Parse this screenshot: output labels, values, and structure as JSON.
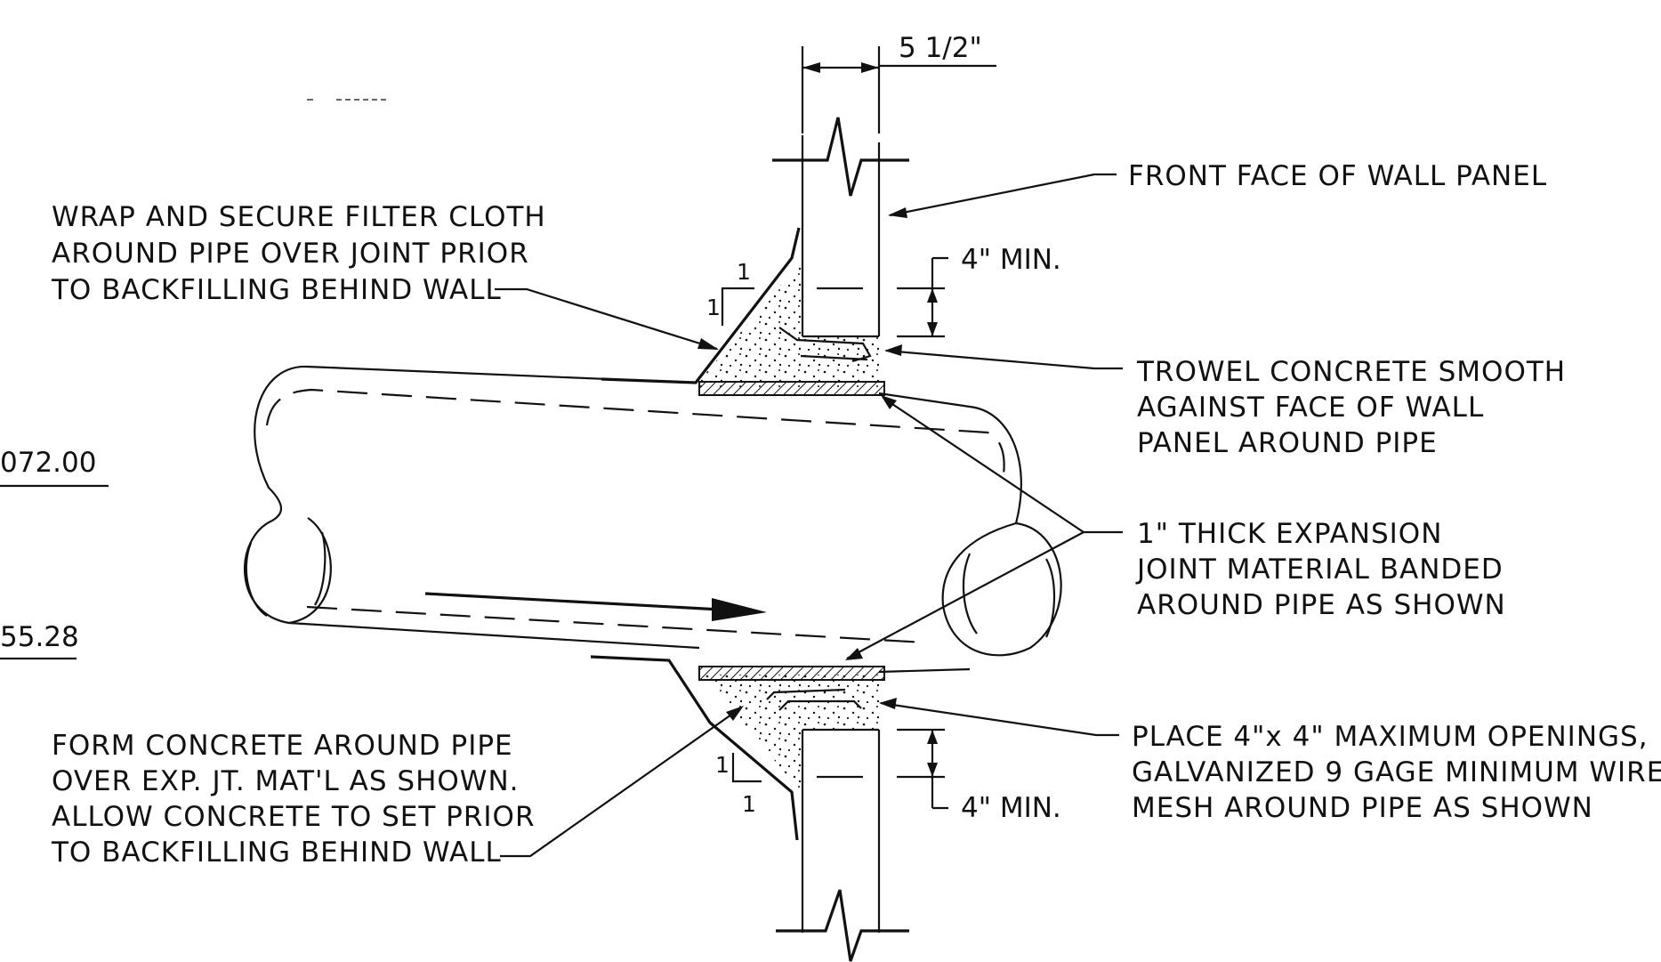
{
  "dimensions": {
    "wall_thickness": "5 1/2\"",
    "top_clearance": "4\" MIN.",
    "bottom_clearance": "4\" MIN."
  },
  "slopes": {
    "top_rise": "1",
    "top_run": "1",
    "bottom_rise": "1",
    "bottom_run": "1"
  },
  "elevations": {
    "upper": "072.00",
    "lower": "55.28"
  },
  "callouts": {
    "front_face": [
      "FRONT FACE OF WALL PANEL"
    ],
    "filter_cloth": [
      "WRAP AND SECURE FILTER CLOTH",
      "AROUND PIPE OVER JOINT PRIOR",
      "TO BACKFILLING BEHIND WALL"
    ],
    "trowel": [
      "TROWEL CONCRETE SMOOTH",
      "AGAINST FACE OF WALL",
      "PANEL AROUND PIPE"
    ],
    "expansion_joint": [
      "1\" THICK EXPANSION",
      "JOINT MATERIAL BANDED",
      "AROUND PIPE AS SHOWN"
    ],
    "wire_mesh": [
      "PLACE 4\"x 4\" MAXIMUM OPENINGS,",
      "GALVANIZED 9 GAGE MINIMUM WIRE",
      "MESH AROUND PIPE AS SHOWN"
    ],
    "form_concrete": [
      "FORM CONCRETE AROUND PIPE",
      "OVER EXP. JT. MAT'L AS SHOWN.",
      "ALLOW CONCRETE TO SET PRIOR",
      "TO BACKFILLING BEHIND WALL"
    ]
  }
}
